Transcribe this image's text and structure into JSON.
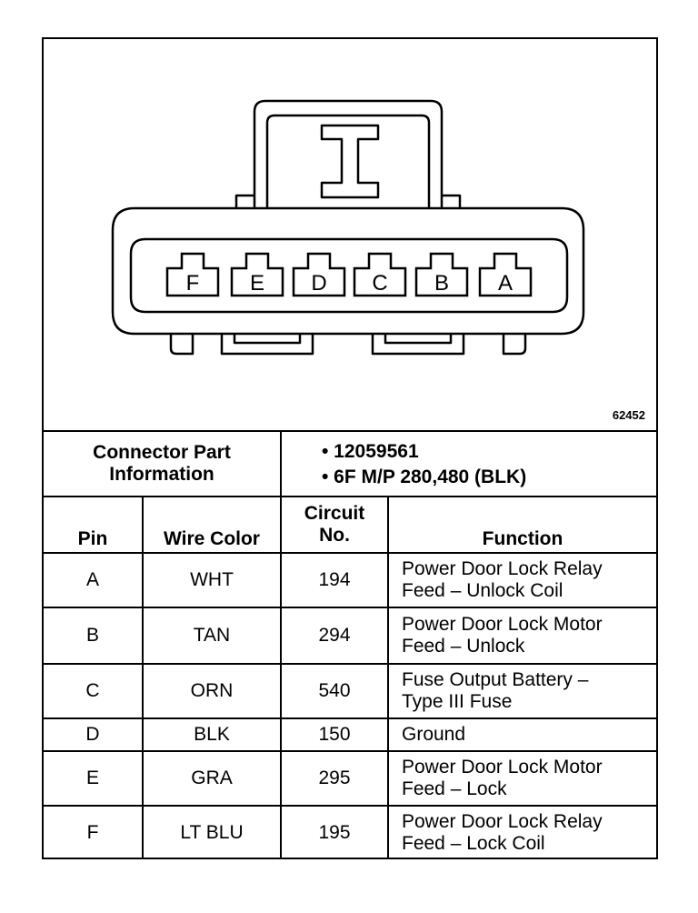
{
  "figure_id": "62452",
  "connector": {
    "pins": [
      "F",
      "E",
      "D",
      "C",
      "B",
      "A"
    ]
  },
  "part_info": {
    "label_line1": "Connector Part",
    "label_line2": "Information",
    "items": [
      "• 12059561",
      "• 6F M/P 280,480 (BLK)"
    ]
  },
  "table": {
    "headers": {
      "pin": "Pin",
      "wire_color": "Wire Color",
      "circuit_line1": "Circuit",
      "circuit_line2": "No.",
      "function": "Function"
    },
    "rows": [
      {
        "pin": "A",
        "color": "WHT",
        "circuit": "194",
        "function_line1": "Power Door Lock Relay",
        "function_line2": "Feed – Unlock Coil"
      },
      {
        "pin": "B",
        "color": "TAN",
        "circuit": "294",
        "function_line1": "Power Door Lock Motor",
        "function_line2": "Feed – Unlock"
      },
      {
        "pin": "C",
        "color": "ORN",
        "circuit": "540",
        "function_line1": "Fuse Output Battery –",
        "function_line2": "Type III Fuse"
      },
      {
        "pin": "D",
        "color": "BLK",
        "circuit": "150",
        "function_line1": "Ground",
        "function_line2": ""
      },
      {
        "pin": "E",
        "color": "GRA",
        "circuit": "295",
        "function_line1": "Power Door Lock Motor",
        "function_line2": "Feed – Lock"
      },
      {
        "pin": "F",
        "color": "LT BLU",
        "circuit": "195",
        "function_line1": "Power Door Lock Relay",
        "function_line2": "Feed – Lock Coil"
      }
    ]
  }
}
